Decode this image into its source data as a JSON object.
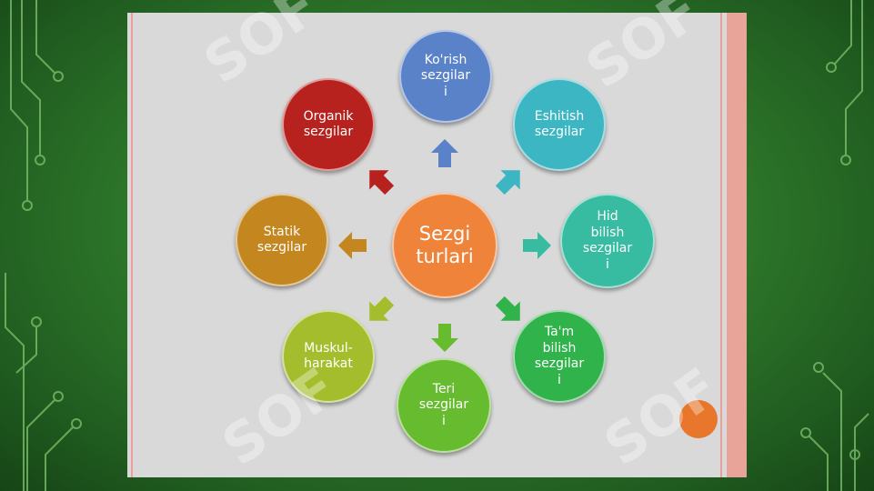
{
  "diagram": {
    "center": {
      "label": "Sezgi\nturlari",
      "color": "#f0833a"
    },
    "nodes": [
      {
        "id": "korish",
        "label": "Ko'rish\nsezgilar\ni",
        "color": "#5a82c9"
      },
      {
        "id": "eshitish",
        "label": "Eshitish\nsezgilar",
        "color": "#3bb6c2"
      },
      {
        "id": "hid",
        "label": "Hid\nbilish\nsezgilar\ni",
        "color": "#37bba1"
      },
      {
        "id": "tam",
        "label": "Ta'm\nbilish\nsezgilar\ni",
        "color": "#2fb34a"
      },
      {
        "id": "teri",
        "label": "Teri\nsezgilar\ni",
        "color": "#66bb2e"
      },
      {
        "id": "muskul",
        "label": "Muskul-\nharakat",
        "color": "#a3bd2c"
      },
      {
        "id": "statik",
        "label": "Statik\nsezgilar",
        "color": "#c4861f"
      },
      {
        "id": "organik",
        "label": "Organik\nsezgilar",
        "color": "#b8221e"
      }
    ],
    "accent_dot_color": "#e8762b",
    "watermark_text": "SOF"
  }
}
